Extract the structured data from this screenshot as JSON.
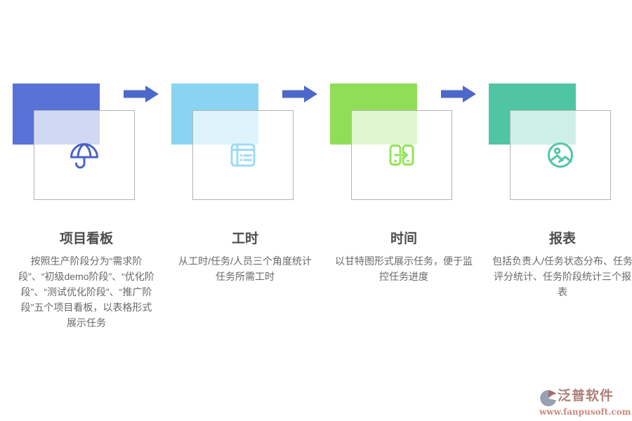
{
  "page": {
    "background": "#ffffff"
  },
  "columns": [
    {
      "title": "项目看板",
      "description": "按照生产阶段分为“需求阶段”、“初级demo阶段”、“优化阶段”、“测试优化阶段”、“推广阶段”五个项目看板，以表格形式展示任务",
      "icon": "umbrella-icon",
      "accent_color": "#5872d7",
      "icon_color": "#4a63c6"
    },
    {
      "title": "工时",
      "description": "从工时/任务/人员三个角度统计任务所需工时",
      "icon": "schedule-table-icon",
      "accent_color": "#8ad4f2",
      "icon_color": "#9bdcf5"
    },
    {
      "title": "时间",
      "description": "以甘特图形式展示任务，便于监控任务进度",
      "icon": "phone-transfer-icon",
      "accent_color": "#90de58",
      "icon_color": "#94e359"
    },
    {
      "title": "报表",
      "description": "包括负责人/任务状态分布、任务评分统计、任务阶段统计三个报表",
      "icon": "image-icon",
      "accent_color": "#50c5a3",
      "icon_color": "#4fc7a5"
    }
  ],
  "arrows": {
    "count": 3,
    "color": "#4c68ca"
  },
  "card": {
    "border_color": "#b3b3b3"
  },
  "text_colors": {
    "title": "#4c4c4c",
    "description": "#696969"
  },
  "watermark": {
    "brand": "泛普软件",
    "url": "www.fanpusoft.com",
    "brand_color": "#a36e66",
    "url_color": "#c4796e",
    "icon": "fanpu-logo-icon",
    "icon_blue": "#8a94aa",
    "icon_red": "#a2544e"
  }
}
